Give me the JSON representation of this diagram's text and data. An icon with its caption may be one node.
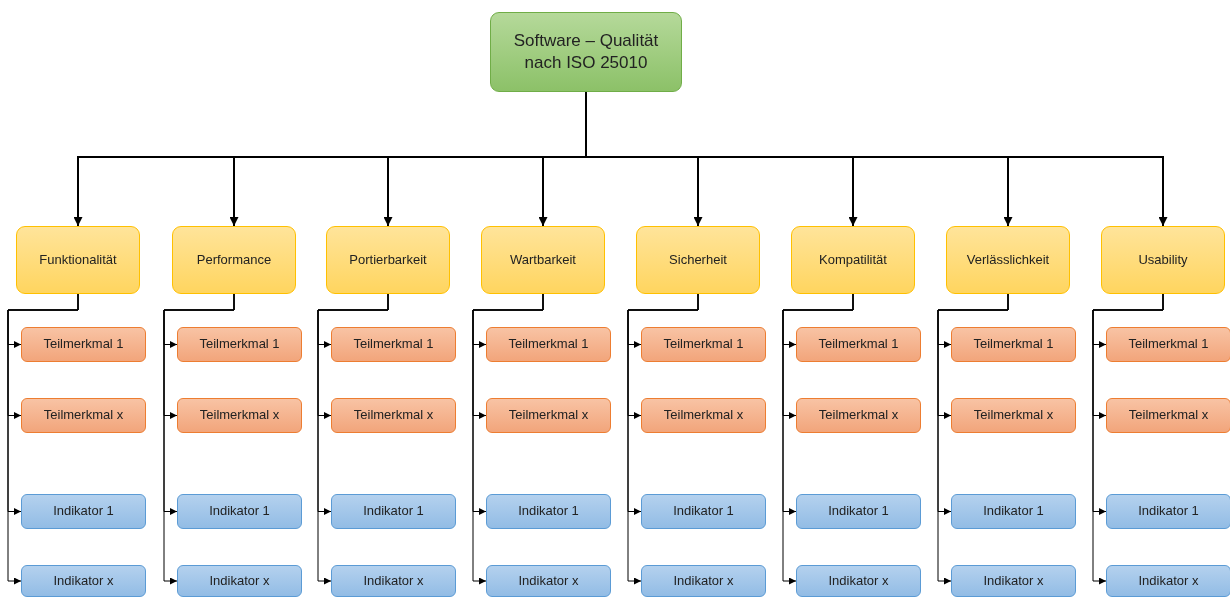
{
  "diagram": {
    "nodes": [
      {
        "text": [
          "Software – Qualität nach ISO 25010"
        ]
      },
      {
        "text": [
          "Funktionalität"
        ]
      },
      {
        "text": [
          "Teilmerkmal 1"
        ]
      },
      {
        "text": [
          "Teilmerkmal x"
        ]
      },
      {
        "text": [
          "Indikator 1"
        ]
      },
      {
        "text": [
          "Indikator x"
        ]
      },
      {
        "text": [
          "Performance"
        ]
      },
      {
        "text": [
          "Teilmerkmal 1"
        ]
      },
      {
        "text": [
          "Teilmerkmal x"
        ]
      },
      {
        "text": [
          "Indikator 1"
        ]
      },
      {
        "text": [
          "Indikator x"
        ]
      },
      {
        "text": [
          "Portierbarkeit"
        ]
      },
      {
        "text": [
          "Teilmerkmal 1"
        ]
      },
      {
        "text": [
          "Teilmerkmal x"
        ]
      },
      {
        "text": [
          "Indikator 1"
        ]
      },
      {
        "text": [
          "Indikator x"
        ]
      },
      {
        "text": [
          "Wartbarkeit"
        ]
      },
      {
        "text": [
          "Teilmerkmal 1"
        ]
      },
      {
        "text": [
          "Teilmerkmal x"
        ]
      },
      {
        "text": [
          "Indikator 1"
        ]
      },
      {
        "text": [
          "Indikator x"
        ]
      },
      {
        "text": [
          "Sicherheit"
        ]
      },
      {
        "text": [
          "Teilmerkmal 1"
        ]
      },
      {
        "text": [
          "Teilmerkmal x"
        ]
      },
      {
        "text": [
          "Indikator 1"
        ]
      },
      {
        "text": [
          "Indikator x"
        ]
      },
      {
        "text": [
          "Kompatilität"
        ]
      },
      {
        "text": [
          "Teilmerkmal 1"
        ]
      },
      {
        "text": [
          "Teilmerkmal x"
        ]
      },
      {
        "text": [
          "Indikator 1"
        ]
      },
      {
        "text": [
          "Indikator x"
        ]
      },
      {
        "text": [
          "Verlässlichkeit"
        ]
      },
      {
        "text": [
          "Teilmerkmal 1"
        ]
      },
      {
        "text": [
          "Teilmerkmal x"
        ]
      },
      {
        "text": [
          "Indikator 1"
        ]
      },
      {
        "text": [
          "Indikator x"
        ]
      },
      {
        "text": [
          "Usability"
        ]
      },
      {
        "text": [
          "Teilmerkmal 1"
        ]
      },
      {
        "text": [
          "Teilmerkmal x"
        ]
      },
      {
        "text": [
          "Indikator 1"
        ]
      },
      {
        "text": [
          "Indikator x"
        ]
      }
    ],
    "edges": [
      {
        "from": 0,
        "to": 1,
        "arrow": "to"
      },
      {
        "from": 0,
        "to": 6,
        "arrow": "to"
      },
      {
        "from": 0,
        "to": 11,
        "arrow": "to"
      },
      {
        "from": 0,
        "to": 16,
        "arrow": "to"
      },
      {
        "from": 0,
        "to": 21,
        "arrow": "to"
      },
      {
        "from": 0,
        "to": 26,
        "arrow": "to"
      },
      {
        "from": 0,
        "to": 31,
        "arrow": "to"
      },
      {
        "from": 0,
        "to": 36,
        "arrow": "to"
      },
      {
        "from": 1,
        "to": 2,
        "arrow": "to"
      },
      {
        "from": 1,
        "to": 3,
        "arrow": "to"
      },
      {
        "from": 1,
        "to": 4,
        "arrow": "to"
      },
      {
        "from": 1,
        "to": 5,
        "arrow": "to"
      },
      {
        "from": 6,
        "to": 7,
        "arrow": "to"
      },
      {
        "from": 6,
        "to": 8,
        "arrow": "to"
      },
      {
        "from": 6,
        "to": 9,
        "arrow": "to"
      },
      {
        "from": 6,
        "to": 10,
        "arrow": "to"
      },
      {
        "from": 11,
        "to": 12,
        "arrow": "to"
      },
      {
        "from": 11,
        "to": 13,
        "arrow": "to"
      },
      {
        "from": 11,
        "to": 14,
        "arrow": "to"
      },
      {
        "from": 11,
        "to": 15,
        "arrow": "to"
      },
      {
        "from": 16,
        "to": 17,
        "arrow": "to"
      },
      {
        "from": 16,
        "to": 18,
        "arrow": "to"
      },
      {
        "from": 16,
        "to": 19,
        "arrow": "to"
      },
      {
        "from": 16,
        "to": 20,
        "arrow": "to"
      },
      {
        "from": 21,
        "to": 22,
        "arrow": "to"
      },
      {
        "from": 21,
        "to": 23,
        "arrow": "to"
      },
      {
        "from": 21,
        "to": 24,
        "arrow": "to"
      },
      {
        "from": 21,
        "to": 25,
        "arrow": "to"
      },
      {
        "from": 26,
        "to": 27,
        "arrow": "to"
      },
      {
        "from": 26,
        "to": 28,
        "arrow": "to"
      },
      {
        "from": 26,
        "to": 29,
        "arrow": "to"
      },
      {
        "from": 26,
        "to": 30,
        "arrow": "to"
      },
      {
        "from": 31,
        "to": 32,
        "arrow": "to"
      },
      {
        "from": 31,
        "to": 33,
        "arrow": "to"
      },
      {
        "from": 31,
        "to": 34,
        "arrow": "to"
      },
      {
        "from": 31,
        "to": 35,
        "arrow": "to"
      },
      {
        "from": 36,
        "to": 37,
        "arrow": "to"
      },
      {
        "from": 36,
        "to": 38,
        "arrow": "to"
      },
      {
        "from": 36,
        "to": 39,
        "arrow": "to"
      },
      {
        "from": 36,
        "to": 40,
        "arrow": "to"
      }
    ]
  }
}
